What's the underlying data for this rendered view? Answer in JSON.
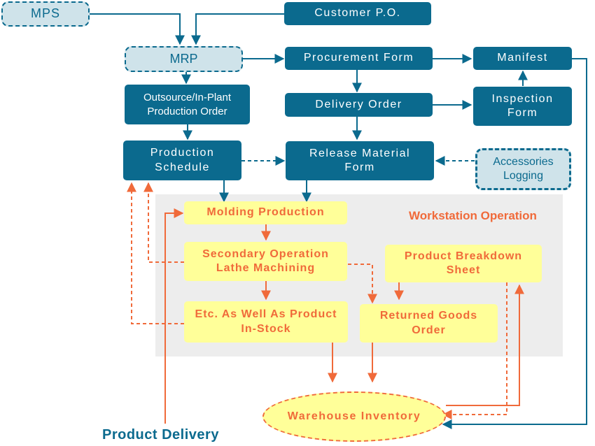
{
  "nodes": {
    "mps": "MPS",
    "customer_po": "Customer P.O.",
    "mrp": "MRP",
    "procurement_form": "Procurement Form",
    "manifest": "Manifest",
    "outsource_line1": "Outsource/In-Plant",
    "outsource_line2": "Production Order",
    "delivery_order": "Delivery Order",
    "inspection_line1": "Inspection",
    "inspection_line2": "Form",
    "production_line1": "Production",
    "production_line2": "Schedule",
    "release_line1": "Release Material",
    "release_line2": "Form",
    "accessories_line1": "Accessories",
    "accessories_line2": "Logging",
    "molding_production": "Molding Production",
    "secondary_line1": "Secondary Operation",
    "secondary_line2": "Lathe Machining",
    "etc_line1": "Etc. As Well As Product",
    "etc_line2": "In-Stock",
    "breakdown_line1": "Product Breakdown",
    "breakdown_line2": "Sheet",
    "returned_line1": "Returned Goods",
    "returned_line2": "Order",
    "warehouse_inventory": "Warehouse Inventory"
  },
  "labels": {
    "workstation_operation": "Workstation Operation",
    "product_delivery": "Product Delivery"
  },
  "colors": {
    "primary_blue": "#0b6a8e",
    "light_blue": "#cfe3ea",
    "orange": "#f06a3a",
    "yellow": "#ffff99",
    "zone_gray": "#ededed"
  }
}
